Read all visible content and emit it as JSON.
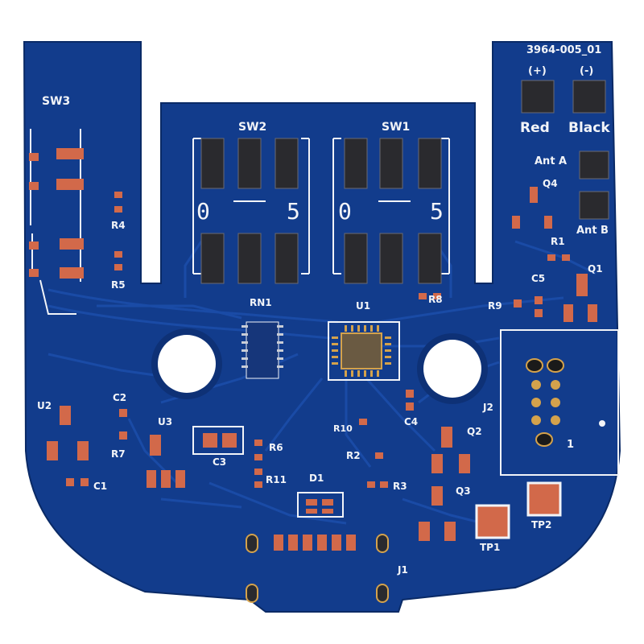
{
  "board": {
    "part_number": "3964-005_01",
    "colors": {
      "solder_mask": "#123c8c",
      "solder_mask_dark": "#0d2d6e",
      "copper_trace": "#1a4aa3",
      "silkscreen": "#f2f4f8",
      "pad_copper": "#d2694a",
      "pad_gold": "#d4a24c",
      "switch_pad": "#2a2a2e",
      "background": "#ffffff"
    }
  },
  "labels": {
    "sw3": "SW3",
    "sw2": "SW2",
    "sw1": "SW1",
    "sw2_zero": "0",
    "sw2_five": "5",
    "sw1_zero": "0",
    "sw1_five": "5",
    "plus": "(+)",
    "minus": "(-)",
    "red": "Red",
    "black": "Black",
    "ant_a": "Ant A",
    "ant_b": "Ant B",
    "q4": "Q4",
    "r1": "R1",
    "q1": "Q1",
    "c5": "C5",
    "r9": "R9",
    "r4": "R4",
    "r5": "R5",
    "rn1": "RN1",
    "u1": "U1",
    "r8": "R8",
    "u2": "U2",
    "c2": "C2",
    "u3": "U3",
    "r7": "R7",
    "c1": "C1",
    "c3": "C3",
    "r6": "R6",
    "r11": "R11",
    "d1": "D1",
    "r10": "R10",
    "c4": "C4",
    "r2": "R2",
    "r3": "R3",
    "q2": "Q2",
    "q3": "Q3",
    "j2": "J2",
    "j2_pin1": "1",
    "tp1": "TP1",
    "tp2": "TP2",
    "j1": "J1"
  }
}
